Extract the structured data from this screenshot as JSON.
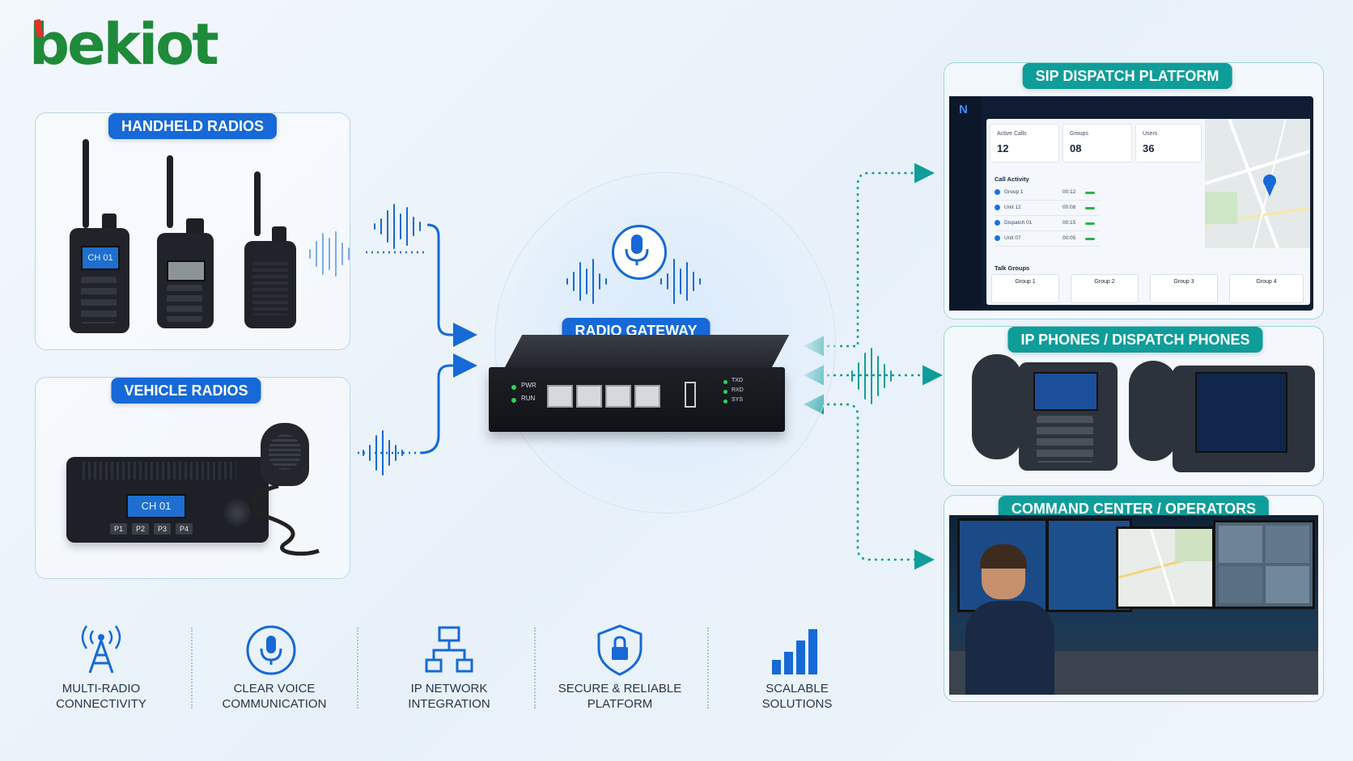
{
  "brand": {
    "logo_text": "bekiot"
  },
  "panels": {
    "handheld": {
      "label": "HANDHELD RADIOS",
      "screen": "CH 01"
    },
    "vehicle": {
      "label": "VEHICLE RADIOS",
      "screen": "CH 01",
      "buttons": [
        "P1",
        "P2",
        "P3",
        "P4"
      ]
    },
    "gateway": {
      "label": "RADIO GATEWAY",
      "port_labels": [
        "PWR",
        "RUN"
      ],
      "status_labels": [
        "TXD",
        "RXD",
        "SYS"
      ]
    },
    "sip": {
      "label": "SIP DISPATCH PLATFORM"
    },
    "phones": {
      "label": "IP PHONES / DISPATCH PHONES"
    },
    "command": {
      "label": "COMMAND CENTER / OPERATORS"
    }
  },
  "dashboard": {
    "cards": [
      {
        "label": "Active Calls",
        "value": "12"
      },
      {
        "label": "Groups",
        "value": "08"
      },
      {
        "label": "Users",
        "value": "36"
      }
    ],
    "activity_title": "Call Activity",
    "activity": [
      {
        "name": "Group 1",
        "time": "00:12"
      },
      {
        "name": "Unit 12",
        "time": "00:08"
      },
      {
        "name": "Dispatch 01",
        "time": "00:15"
      },
      {
        "name": "Unit 07",
        "time": "00:05"
      }
    ],
    "talkgroups_title": "Talk Groups",
    "talkgroups": [
      "Group 1",
      "Group 2",
      "Group 3",
      "Group 4"
    ]
  },
  "features": [
    {
      "line1": "MULTI-RADIO",
      "line2": "CONNECTIVITY",
      "icon": "antenna-tower-icon"
    },
    {
      "line1": "CLEAR VOICE",
      "line2": "COMMUNICATION",
      "icon": "microphone-icon"
    },
    {
      "line1": "IP NETWORK",
      "line2": "INTEGRATION",
      "icon": "network-tree-icon"
    },
    {
      "line1": "SECURE & RELIABLE",
      "line2": "PLATFORM",
      "icon": "shield-lock-icon"
    },
    {
      "line1": "SCALABLE",
      "line2": "SOLUTIONS",
      "icon": "signal-bars-icon"
    }
  ],
  "colors": {
    "blue": "#1669d6",
    "teal": "#0f9d9a",
    "brand_green": "#1f8a3a",
    "brand_red": "#e5302b"
  }
}
